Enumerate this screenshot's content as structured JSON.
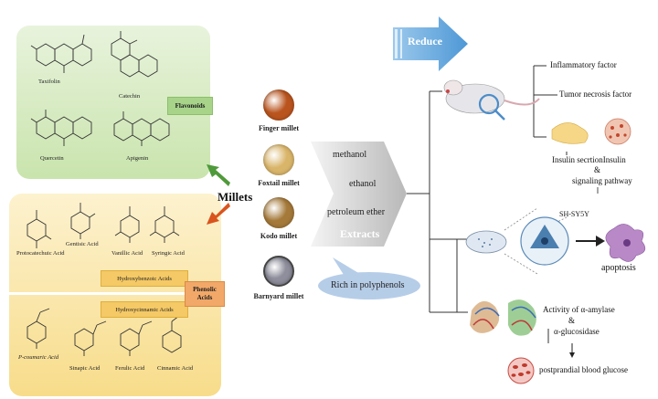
{
  "flavonoids": {
    "tag": "Flavonoids",
    "compounds": [
      "Taxifolin",
      "Catechin",
      "Quercetin",
      "Apigenin"
    ]
  },
  "phenolic": {
    "tag": "Phenolic Acids",
    "hydroxybenzoic_tag": "Hydroxybenzoic Acids",
    "hydroxycinnamic_tag": "Hydroxycinnamic Acids",
    "benzoic_compounds": [
      "Protocatechuic Acid",
      "Gentisic Acid",
      "Vanillic Acid",
      "Syringic Acid"
    ],
    "cinnamic_compounds": [
      "P-coumaric Acid",
      "Sinapic Acid",
      "Ferulic Acid",
      "Cinnamic Acid"
    ]
  },
  "center": {
    "title": "Millets",
    "millets": [
      "Finger millet",
      "Foxtail millet",
      "Kodo millet",
      "Barnyard millet"
    ],
    "millet_colors": [
      "#b9541e",
      "#d9b56a",
      "#a4793a",
      "#8e8e9c"
    ]
  },
  "extracts": {
    "solvents": [
      "methanol",
      "ethanol",
      "petroleum ether"
    ],
    "label": "Extracts",
    "rich": "Rich in polyphenols"
  },
  "effects": {
    "reduce": "Reduce",
    "inflammatory": "Inflammatory factor",
    "tnf": "Tumor necrosis factor",
    "insulin_line1": "Insulin secrtionInsulin",
    "insulin_line2": "&",
    "insulin_line3": "signaling pathway",
    "cell_line": "SH-SY5Y",
    "apoptosis": "apoptosis",
    "enzyme_line1": "Activity of α-amylase",
    "enzyme_line2": "&",
    "enzyme_line3": "α-glucosidase",
    "glucose": "postprandial blood glucose"
  }
}
